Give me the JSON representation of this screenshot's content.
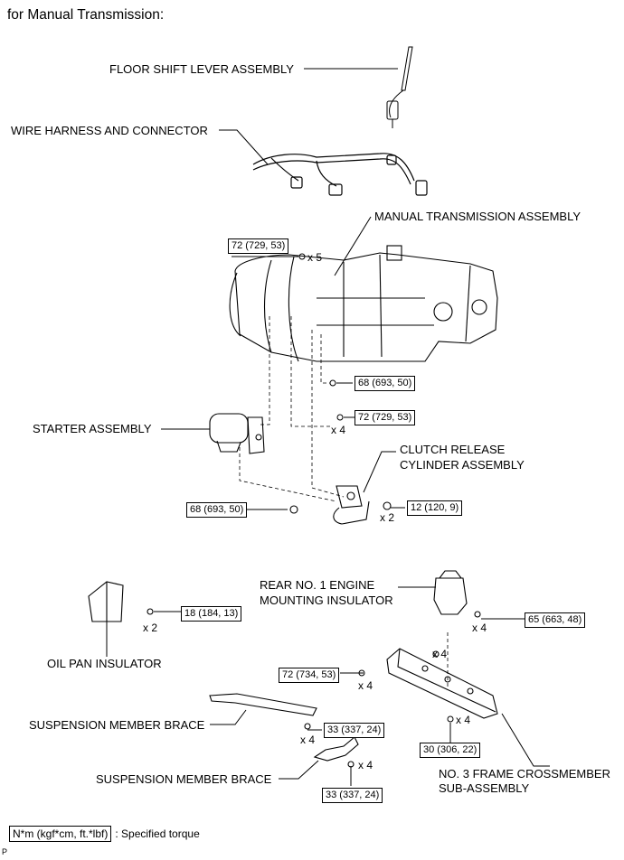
{
  "heading": "for Manual Transmission:",
  "labels": {
    "floor_shift": "FLOOR SHIFT LEVER ASSEMBLY",
    "wire_harness": "WIRE HARNESS AND CONNECTOR",
    "manual_trans": "MANUAL TRANSMISSION ASSEMBLY",
    "starter": "STARTER ASSEMBLY",
    "clutch_1": "CLUTCH RELEASE",
    "clutch_2": "CYLINDER ASSEMBLY",
    "rear_mount_1": "REAR NO. 1 ENGINE",
    "rear_mount_2": "MOUNTING INSULATOR",
    "oil_pan": "OIL PAN INSULATOR",
    "susp_brace_upper": "SUSPENSION MEMBER BRACE",
    "susp_brace_lower": "SUSPENSION MEMBER BRACE",
    "crossmember_1": "NO. 3 FRAME CROSSMEMBER",
    "crossmember_2": "SUB-ASSEMBLY"
  },
  "torques": {
    "t1": "72 (729, 53)",
    "t2": "68 (693, 50)",
    "t3": "72 (729, 53)",
    "t4": "68 (693, 50)",
    "t5": "12 (120, 9)",
    "t6": "18 (184, 13)",
    "t7": "65 (663, 48)",
    "t8": "72 (734, 53)",
    "t9": "33 (337, 24)",
    "t10": "30 (306, 22)",
    "t11": "33 (337, 24)"
  },
  "quantities": {
    "q1": "x 5",
    "q2": "x 4",
    "q3": "x 2",
    "q4": "x 2",
    "q5": "x 4",
    "q6": "x 4",
    "q7": "x 4",
    "q8": "x 4",
    "q9": "x 4",
    "q10": "x 4"
  },
  "legend": {
    "box": "N*m (kgf*cm, ft.*lbf)",
    "text": ": Specified torque"
  },
  "corner_code": "P"
}
